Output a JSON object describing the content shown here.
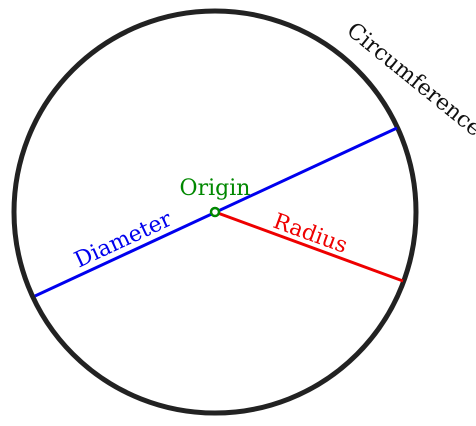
{
  "labels": {
    "circumference": "Circumference",
    "diameter": "Diameter",
    "radius": "Radius",
    "origin": "Origin"
  },
  "colors": {
    "circle": "#222222",
    "diameter": "#0000ee",
    "radius": "#ee0000",
    "origin": "#008800",
    "background": "#ffffff"
  }
}
